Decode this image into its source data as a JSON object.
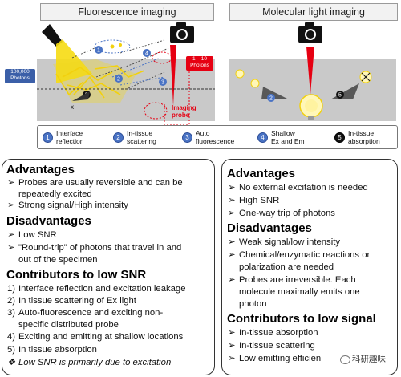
{
  "titles": {
    "fluorescence": "Fluorescence imaging",
    "molecular": "Molecular light imaging"
  },
  "diagram": {
    "photons_in": "100,000\nPhotons",
    "photons_out": "1 – 10\nPhotons",
    "imaging_probe": "Imaging\nprobe",
    "marker_x": "x",
    "colors": {
      "blue": "#4a73c4",
      "red": "#e60012",
      "yellow": "#f5d90a",
      "panel": "#c9c9c9"
    }
  },
  "legend": [
    {
      "num": "1",
      "style": "blue",
      "text": "Interface\nreflection"
    },
    {
      "num": "2",
      "style": "blue",
      "text": "In-tissue\nscattering"
    },
    {
      "num": "3",
      "style": "blue",
      "text": "Auto\nfluorescence"
    },
    {
      "num": "4",
      "style": "blue",
      "text": "Shallow\nEx and Em"
    },
    {
      "num": "5",
      "style": "black",
      "text": "In-tissue\nabsorption"
    }
  ],
  "left": {
    "advantages_title": "Advantages",
    "advantages": [
      "Probes are usually reversible and can be",
      "repeatedly excited",
      "Strong signal/High intensity"
    ],
    "disadvantages_title": "Disadvantages",
    "disadvantages": [
      "Low SNR",
      "\"Round-trip\" of photons that travel in and",
      "out of the specimen"
    ],
    "contributors_title": "Contributors to low SNR",
    "contributors": [
      {
        "n": "1)",
        "t": "Interface reflection and excitation leakage"
      },
      {
        "n": "2)",
        "t": "In tissue scattering of Ex light"
      },
      {
        "n": "3)",
        "t": "Auto-fluorescence and exciting non-"
      },
      {
        "n": "",
        "t": "specific distributed probe"
      },
      {
        "n": "4)",
        "t": "Exciting and emitting at shallow locations"
      },
      {
        "n": "5)",
        "t": "In tissue absorption"
      }
    ],
    "conclusion": "Low SNR is primarily due to excitation"
  },
  "right": {
    "advantages_title": "Advantages",
    "advantages": [
      "No external excitation is needed",
      "High SNR",
      "One-way trip of photons"
    ],
    "disadvantages_title": "Disadvantages",
    "disadvantages": [
      "Weak signal/low intensity",
      "Chemical/enzymatic reactions or",
      "polarization are needed",
      "Probes are irreversible. Each",
      "molecule maximally emits one",
      "photon"
    ],
    "contributors_title": "Contributors to low signal",
    "contributors": [
      "In-tissue absorption",
      "In-tissue scattering",
      "Low emitting efficien"
    ]
  },
  "watermark": "科研趣味"
}
